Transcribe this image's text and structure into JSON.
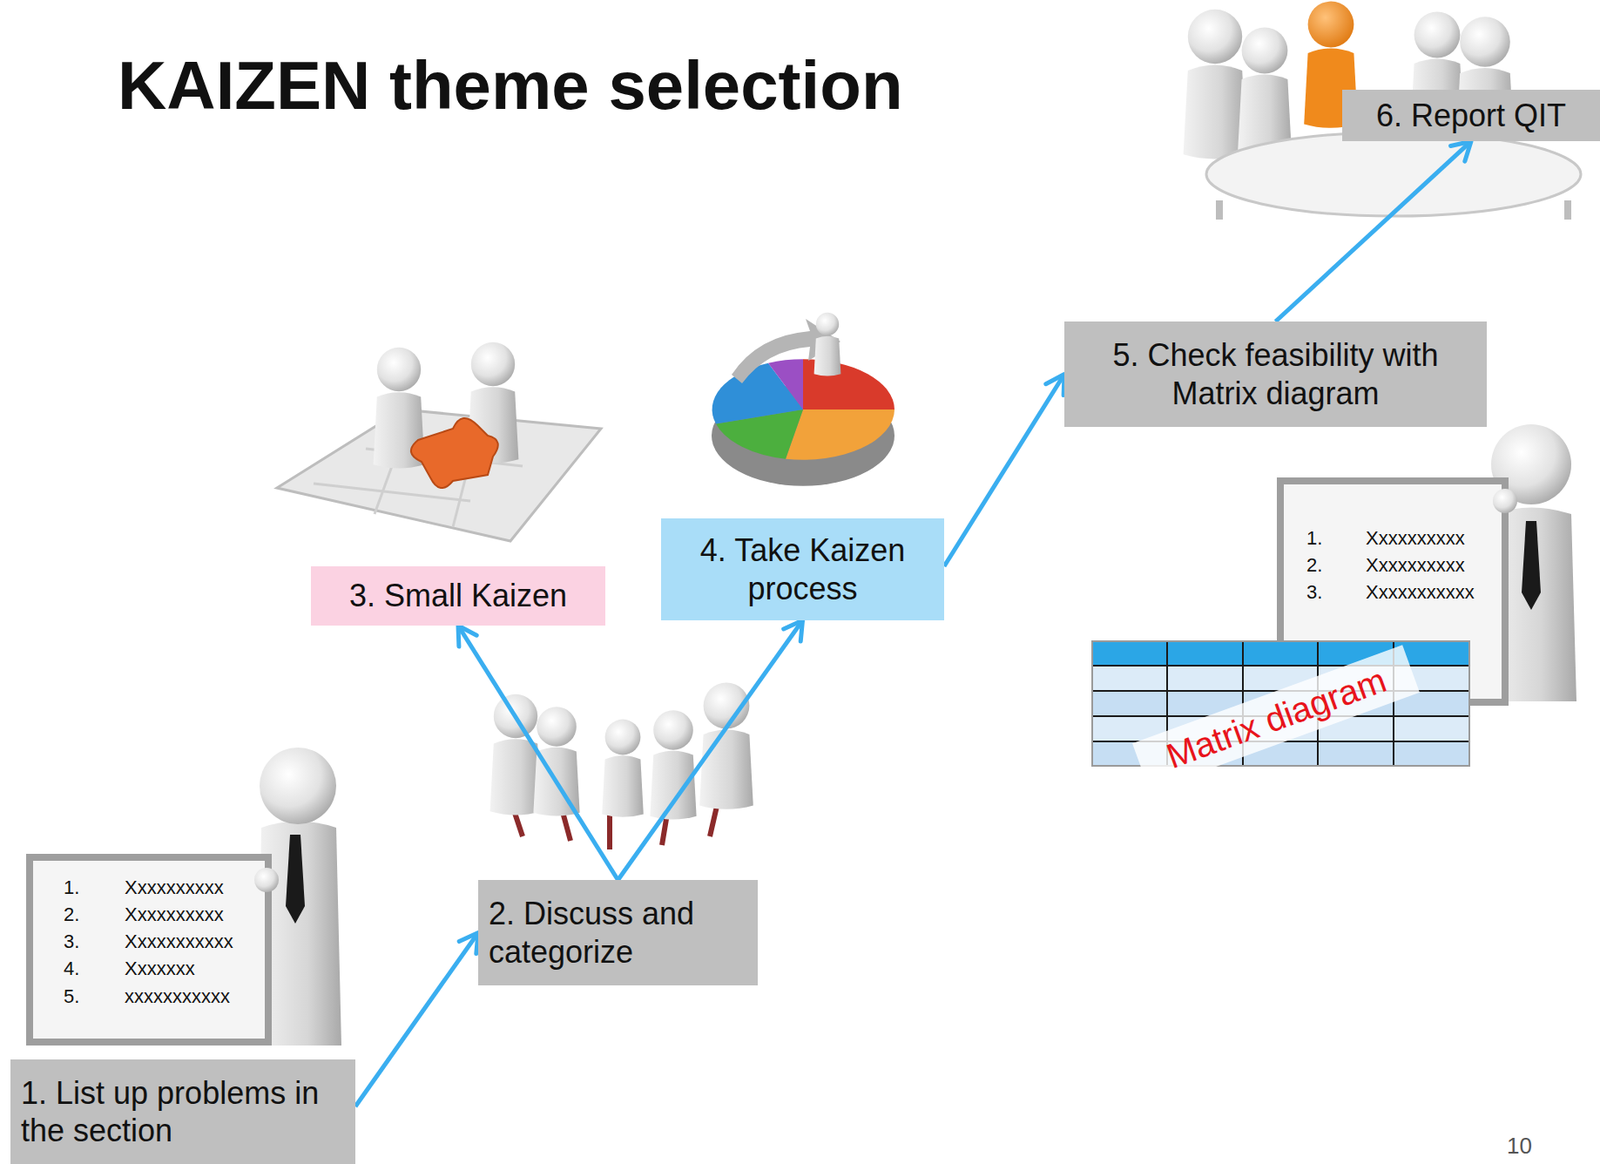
{
  "diagram": {
    "title": "KAIZEN theme selection",
    "nodes": [
      {
        "text": [
          "1. List up problems in the section"
        ]
      },
      {
        "text": [
          "2. Discuss and categorize"
        ]
      },
      {
        "text": [
          "3. Small Kaizen"
        ]
      },
      {
        "text": [
          "4. Take Kaizen process"
        ]
      },
      {
        "text": [
          "5. Check feasibility with Matrix diagram"
        ]
      },
      {
        "text": [
          "6. Report QIT"
        ]
      }
    ],
    "edges": [
      {
        "from": 0,
        "to": 1,
        "arrow": "to"
      },
      {
        "from": 1,
        "to": 2,
        "arrow": "to"
      },
      {
        "from": 1,
        "to": 3,
        "arrow": "to"
      },
      {
        "from": 3,
        "to": 4,
        "arrow": "to"
      },
      {
        "from": 4,
        "to": 5,
        "arrow": "to"
      }
    ],
    "labels": [
      "1.",
      "Xxxxxxxxxx",
      "2.",
      "Xxxxxxxxxx",
      "3.",
      "Xxxxxxxxxxx",
      "4.",
      "Xxxxxxx",
      "5.",
      "xxxxxxxxxxx",
      "1.",
      "Xxxxxxxxxx",
      "2.",
      "Xxxxxxxxxx",
      "3.",
      "Xxxxxxxxxxx",
      "Matrix diagram",
      "10"
    ]
  }
}
